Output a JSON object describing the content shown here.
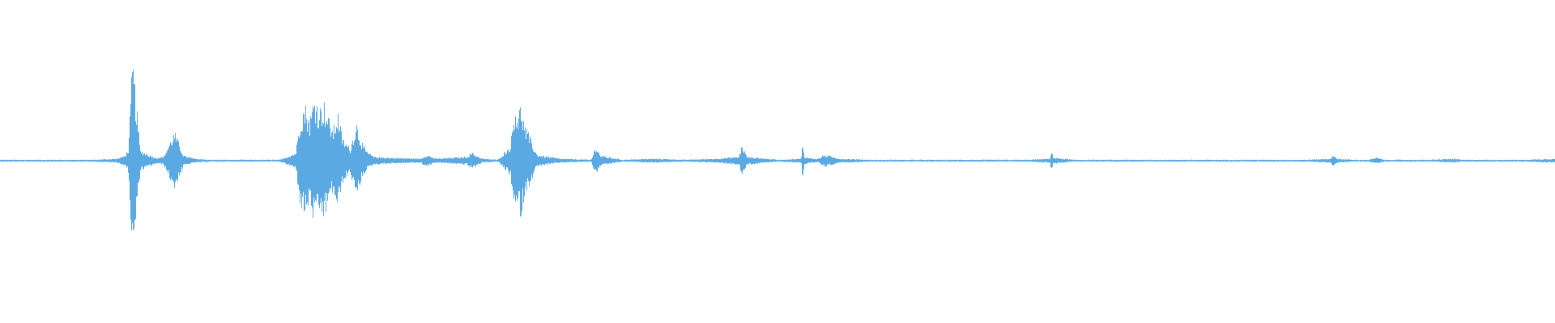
{
  "colors": {
    "background": "#ffffff",
    "waveform": "#5aa9e3"
  },
  "chart_data": {
    "type": "area",
    "title": "",
    "xlabel": "",
    "ylabel": "",
    "grid": false,
    "legend": "none",
    "xlim": [
      0,
      1
    ],
    "ylim": [
      -1,
      1
    ],
    "series": [
      {
        "x": [
          0.0,
          0.02,
          0.04,
          0.06,
          0.075,
          0.08,
          0.0825,
          0.085,
          0.09,
          0.1,
          0.105,
          0.109,
          0.112,
          0.118,
          0.125,
          0.135,
          0.16,
          0.18,
          0.19,
          0.193,
          0.196,
          0.199,
          0.202,
          0.205,
          0.208,
          0.211,
          0.214,
          0.217,
          0.22,
          0.225,
          0.229,
          0.232,
          0.235,
          0.24,
          0.25,
          0.27,
          0.274,
          0.28,
          0.3,
          0.303,
          0.31,
          0.32,
          0.328,
          0.331,
          0.333,
          0.335,
          0.337,
          0.34,
          0.345,
          0.36,
          0.38,
          0.383,
          0.386,
          0.4,
          0.42,
          0.422,
          0.44,
          0.46,
          0.475,
          0.477,
          0.48,
          0.5,
          0.515,
          0.516,
          0.517,
          0.52,
          0.524,
          0.526,
          0.53,
          0.54,
          0.56,
          0.58,
          0.6,
          0.62,
          0.64,
          0.66,
          0.675,
          0.676,
          0.677,
          0.69,
          0.7,
          0.72,
          0.74,
          0.76,
          0.78,
          0.8,
          0.82,
          0.84,
          0.855,
          0.857,
          0.86,
          0.87,
          0.88,
          0.885,
          0.89,
          0.9,
          0.92,
          0.935,
          0.94,
          0.96,
          0.98,
          1.0
        ],
        "y": [
          0.01,
          0.01,
          0.01,
          0.01,
          0.02,
          0.05,
          0.12,
          1.0,
          0.1,
          0.03,
          0.04,
          0.18,
          0.28,
          0.05,
          0.02,
          0.01,
          0.01,
          0.01,
          0.08,
          0.45,
          0.55,
          0.4,
          0.65,
          0.5,
          0.58,
          0.42,
          0.3,
          0.48,
          0.22,
          0.12,
          0.38,
          0.2,
          0.1,
          0.04,
          0.03,
          0.02,
          0.06,
          0.02,
          0.04,
          0.08,
          0.02,
          0.01,
          0.15,
          0.55,
          0.45,
          0.57,
          0.35,
          0.25,
          0.06,
          0.02,
          0.01,
          0.15,
          0.05,
          0.01,
          0.02,
          0.02,
          0.01,
          0.02,
          0.04,
          0.16,
          0.04,
          0.01,
          0.02,
          0.2,
          0.04,
          0.03,
          0.02,
          0.02,
          0.06,
          0.02,
          0.01,
          0.01,
          0.01,
          0.01,
          0.01,
          0.01,
          0.02,
          0.12,
          0.03,
          0.01,
          0.01,
          0.01,
          0.01,
          0.01,
          0.01,
          0.01,
          0.01,
          0.01,
          0.02,
          0.05,
          0.02,
          0.01,
          0.01,
          0.03,
          0.01,
          0.01,
          0.01,
          0.02,
          0.01,
          0.01,
          0.01,
          0.02
        ]
      }
    ]
  }
}
